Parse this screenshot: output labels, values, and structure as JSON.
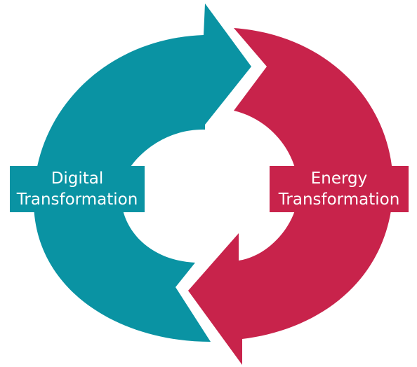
{
  "diagram": {
    "type": "cycle",
    "colors": {
      "digital": "#0a93a3",
      "energy": "#c8234b"
    },
    "left_label": {
      "line1": "Digital",
      "line2": "Transformation"
    },
    "right_label": {
      "line1": "Energy",
      "line2": "Transformation"
    }
  }
}
